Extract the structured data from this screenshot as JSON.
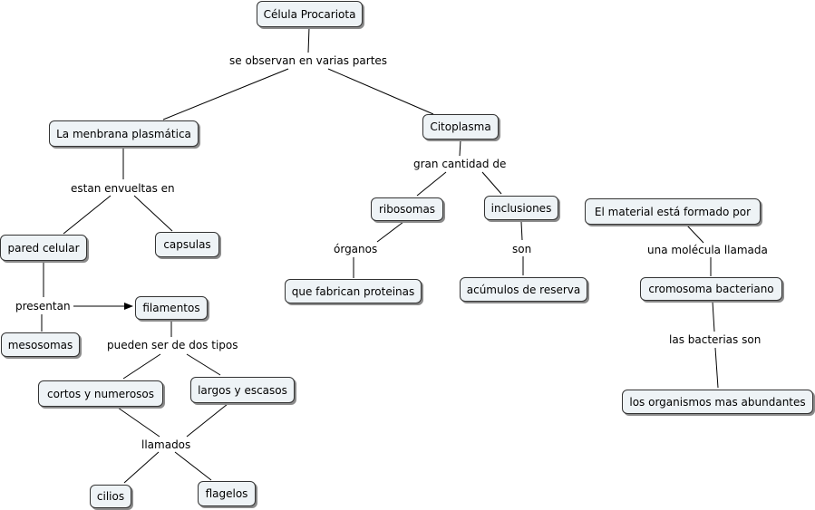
{
  "nodes": {
    "celula": "Célula Procariota",
    "membrana": "La menbrana plasmática",
    "citoplasma": "Citoplasma",
    "pared": "pared celular",
    "capsulas": "capsulas",
    "mesosomas": "mesosomas",
    "filamentos": "filamentos",
    "cortos": "cortos y numerosos",
    "largos": "largos y escasos",
    "cilios": "cilios",
    "flagelos": "flagelos",
    "ribosomas": "ribosomas",
    "inclusiones": "inclusiones",
    "proteinas": "que fabrican proteinas",
    "acumulos": "acúmulos de reserva",
    "material": "El material está formado por",
    "cromosoma": "cromosoma bacteriano",
    "organismos": "los organismos mas abundantes"
  },
  "links": {
    "observan": "se observan en varias partes",
    "envueltas": "estan envueltas en",
    "presentan": "presentan",
    "tipos": "pueden ser de dos tipos",
    "llamados": "llamados",
    "cantidad": "gran cantidad de",
    "organos": "órganos",
    "son": "son",
    "molecula": "una molécula llamada",
    "bacterias": "las bacterias son"
  }
}
